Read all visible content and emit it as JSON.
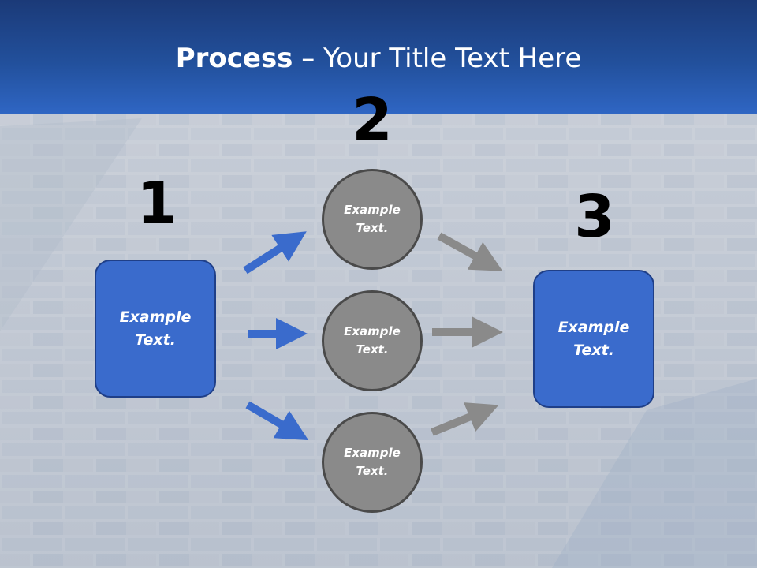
{
  "slide": {
    "title_bold": "Process",
    "title_rest": " – Your Title Text Here"
  },
  "steps": {
    "step1": {
      "number": "1",
      "text": "Example Text."
    },
    "step2": {
      "number": "2",
      "circles": [
        {
          "text": "Example Text."
        },
        {
          "text": "Example Text."
        },
        {
          "text": "Example Text."
        }
      ]
    },
    "step3": {
      "number": "3",
      "text": "Example Text."
    }
  },
  "colors": {
    "header": "#2a5bb5",
    "box_fill": "#3a6bcc",
    "circle_fill": "#8a8a8a",
    "arrow_blue": "#3a6bcc",
    "arrow_gray": "#8a8a8a"
  }
}
